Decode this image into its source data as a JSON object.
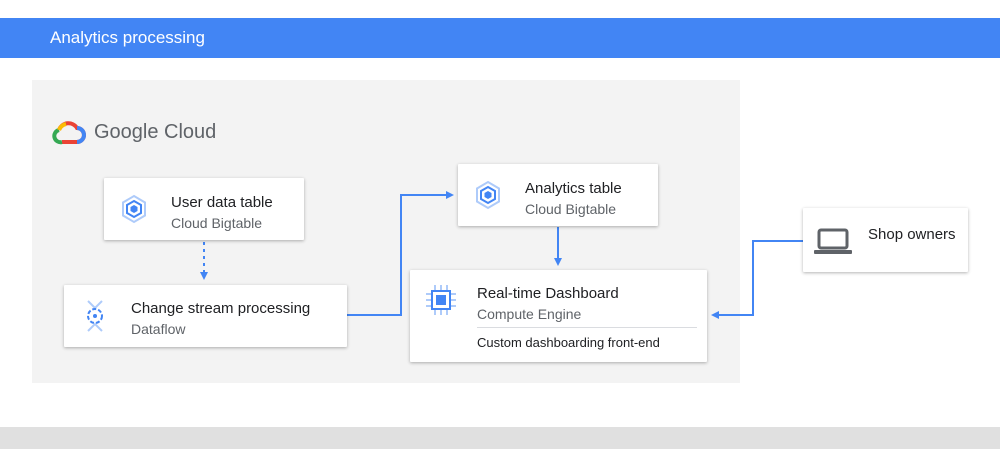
{
  "header": {
    "title": "Analytics processing"
  },
  "panel": {
    "title": "Google Cloud"
  },
  "nodes": {
    "user_data": {
      "title": "User data table",
      "subtitle": "Cloud Bigtable",
      "icon": "bigtable-icon"
    },
    "change_stream": {
      "title": "Change stream processing",
      "subtitle": "Dataflow",
      "icon": "dataflow-icon"
    },
    "analytics": {
      "title": "Analytics table",
      "subtitle": "Cloud Bigtable",
      "icon": "bigtable-icon"
    },
    "dashboard": {
      "title": "Real-time Dashboard",
      "subtitle": "Compute Engine",
      "detail": "Custom dashboarding front-end",
      "icon": "compute-engine-icon"
    },
    "shop_owners": {
      "title": "Shop owners",
      "icon": "laptop-icon"
    }
  },
  "colors": {
    "header": "#4285f4",
    "arrow": "#4285f4",
    "icon_blue": "#4285f4",
    "icon_light": "#aecbfa",
    "panel": "#f3f3f3"
  }
}
